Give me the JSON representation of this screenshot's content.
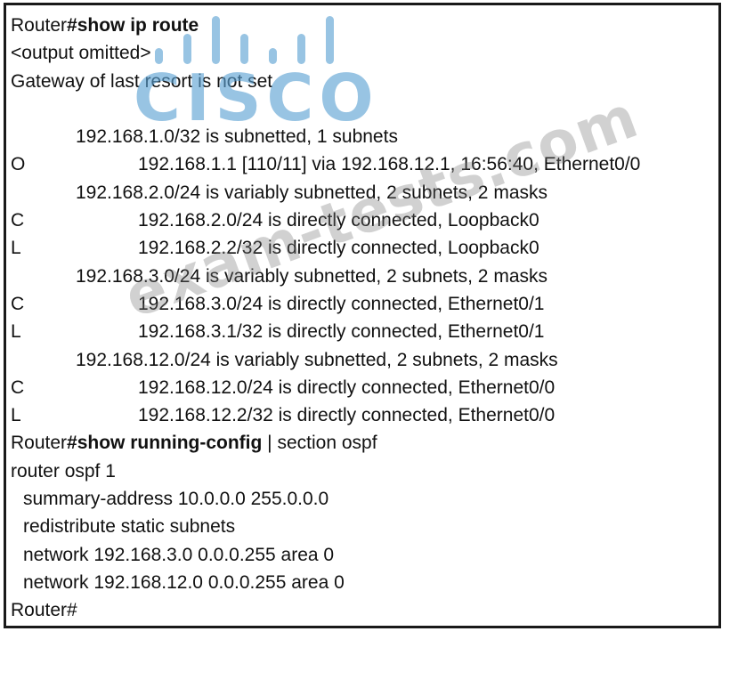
{
  "terminal": {
    "cmd1": {
      "prompt": "Router",
      "command": "#show ip route"
    },
    "output_omitted": "<output omitted>",
    "gateway": "Gateway of last resort is not set",
    "routes": [
      {
        "code": "",
        "text": "192.168.1.0/32 is subnetted, 1 subnets"
      },
      {
        "code": "O",
        "text": "192.168.1.1 [110/11] via 192.168.12.1, 16:56:40, Ethernet0/0"
      },
      {
        "code": "",
        "text": "192.168.2.0/24 is variably subnetted, 2 subnets, 2 masks"
      },
      {
        "code": "C",
        "text": "192.168.2.0/24 is directly connected, Loopback0"
      },
      {
        "code": "L",
        "text": "192.168.2.2/32 is directly connected, Loopback0"
      },
      {
        "code": "",
        "text": "192.168.3.0/24 is variably subnetted, 2 subnets, 2 masks"
      },
      {
        "code": "C",
        "text": "192.168.3.0/24 is directly connected, Ethernet0/1"
      },
      {
        "code": "L",
        "text": "192.168.3.1/32 is directly connected, Ethernet0/1"
      },
      {
        "code": "",
        "text": "192.168.12.0/24 is variably subnetted, 2 subnets, 2 masks"
      },
      {
        "code": "C",
        "text": "192.168.12.0/24 is directly connected, Ethernet0/0"
      },
      {
        "code": "L",
        "text": "192.168.12.2/32 is directly connected, Ethernet0/0"
      }
    ],
    "cmd2": {
      "prompt": "Router",
      "command": "#show running-config",
      "pipe": " | section ospf"
    },
    "config": [
      "router ospf 1",
      "summary-address 10.0.0.0 255.0.0.0",
      "redistribute static subnets",
      "network 192.168.3.0 0.0.0.255 area 0",
      "network 192.168.12.0 0.0.0.255 area 0"
    ],
    "final_prompt": "Router#"
  },
  "watermarks": {
    "logo_text": "CISCO",
    "logo_color": "#58a0d2",
    "site_text": "exam-tests.com",
    "site_color": "#787878"
  }
}
